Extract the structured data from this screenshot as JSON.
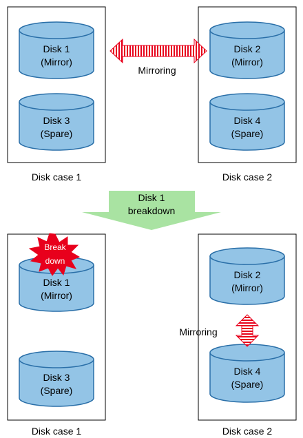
{
  "top": {
    "case1_label": "Disk case 1",
    "case2_label": "Disk case 2",
    "mirroring_label": "Mirroring",
    "disks": {
      "disk1": {
        "name": "Disk 1",
        "role": "(Mirror)"
      },
      "disk2": {
        "name": "Disk 2",
        "role": "(Mirror)"
      },
      "disk3": {
        "name": "Disk 3",
        "role": "(Spare)"
      },
      "disk4": {
        "name": "Disk 4",
        "role": "(Spare)"
      }
    }
  },
  "transition": {
    "line1": "Disk 1",
    "line2": "breakdown"
  },
  "bottom": {
    "case1_label": "Disk case 1",
    "case2_label": "Disk case 2",
    "mirroring_label": "Mirroring",
    "burst_line1": "Break",
    "burst_line2": "down",
    "disks": {
      "disk1": {
        "name": "Disk 1",
        "role": "(Mirror)"
      },
      "disk2": {
        "name": "Disk 2",
        "role": "(Mirror)"
      },
      "disk3": {
        "name": "Disk 3",
        "role": "(Spare)"
      },
      "disk4": {
        "name": "Disk 4",
        "role": "(Spare)"
      }
    }
  },
  "colors": {
    "disk_fill": "#93c4e6",
    "disk_stroke": "#2a6fa8",
    "arrow_red": "#e8001c",
    "transition_green": "#a9e3a2",
    "case_border": "#000000"
  }
}
